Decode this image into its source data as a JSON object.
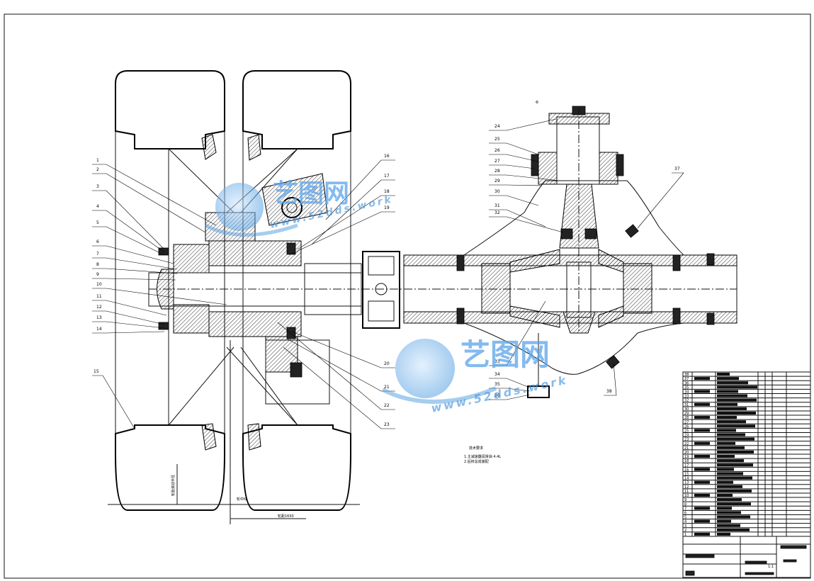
{
  "callouts_left": [
    "1",
    "2",
    "3",
    "4",
    "5",
    "6",
    "7",
    "8",
    "9",
    "10",
    "11",
    "12",
    "13",
    "14",
    "15"
  ],
  "callouts_mid": [
    "16",
    "17",
    "18",
    "19",
    "20",
    "21",
    "22",
    "23"
  ],
  "callouts_right": [
    "24",
    "25",
    "26",
    "27",
    "28",
    "29",
    "30",
    "31",
    "32",
    "33",
    "34",
    "35",
    "36"
  ],
  "callout_37": "37",
  "callout_38": "38",
  "dimension_text": "轮距1650",
  "wheel_center_label": "轮中线",
  "vertical_dim_text": "轮胎滚动半径",
  "tech_notes": {
    "title": "技术要求",
    "lines": [
      "1.主减速器润滑油 4.4L",
      "2.后桥总成装配"
    ]
  },
  "parts_table": {
    "row_numbers": [
      "38",
      "37",
      "36",
      "35",
      "34",
      "33",
      "32",
      "31",
      "30",
      "29",
      "28",
      "27",
      "26",
      "25",
      "24",
      "23",
      "22",
      "21",
      "20",
      "19",
      "18",
      "17",
      "16",
      "15",
      "14",
      "13",
      "12",
      "11",
      "10",
      "9",
      "8",
      "7",
      "6",
      "5",
      "4",
      "3",
      "2",
      "1"
    ]
  },
  "title_block": {
    "scale": "1:1"
  },
  "watermark": {
    "brand": "艺图网",
    "url": "www.52dds.work"
  },
  "colors": {
    "line": "#000000",
    "watermark": "#5aa4ea"
  }
}
